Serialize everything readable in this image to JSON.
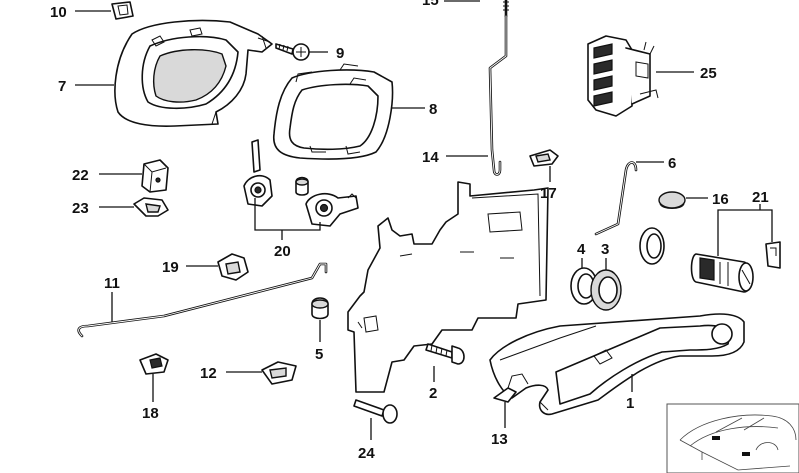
{
  "diagram": {
    "callouts": [
      {
        "id": "c1",
        "label": "1"
      },
      {
        "id": "c2",
        "label": "2"
      },
      {
        "id": "c3",
        "label": "3"
      },
      {
        "id": "c4",
        "label": "4"
      },
      {
        "id": "c5",
        "label": "5"
      },
      {
        "id": "c6",
        "label": "6"
      },
      {
        "id": "c7",
        "label": "7"
      },
      {
        "id": "c8",
        "label": "8"
      },
      {
        "id": "c9",
        "label": "9"
      },
      {
        "id": "c10",
        "label": "10"
      },
      {
        "id": "c11",
        "label": "11"
      },
      {
        "id": "c12",
        "label": "12"
      },
      {
        "id": "c13",
        "label": "13"
      },
      {
        "id": "c14",
        "label": "14"
      },
      {
        "id": "c16",
        "label": "16"
      },
      {
        "id": "c17",
        "label": "17"
      },
      {
        "id": "c18",
        "label": "18"
      },
      {
        "id": "c19",
        "label": "19"
      },
      {
        "id": "c20",
        "label": "20"
      },
      {
        "id": "c21",
        "label": "21"
      },
      {
        "id": "c22",
        "label": "22"
      },
      {
        "id": "c23",
        "label": "23"
      },
      {
        "id": "c24",
        "label": "24"
      },
      {
        "id": "c25",
        "label": "25"
      },
      {
        "id": "c15",
        "label": "15"
      }
    ]
  }
}
